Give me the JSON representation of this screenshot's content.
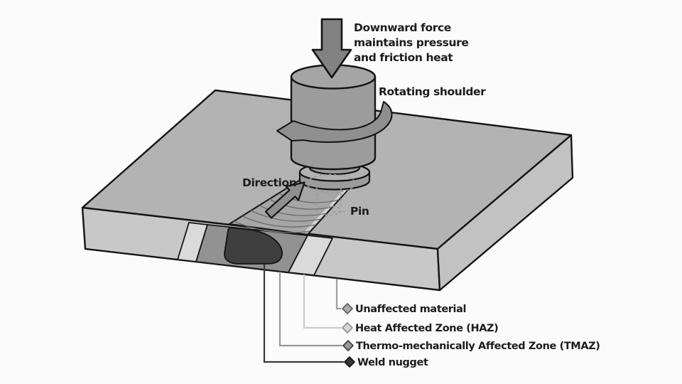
{
  "diagram": {
    "annotations": {
      "downward_force_lines": [
        "Downward force",
        "maintains pressure",
        "and friction heat"
      ],
      "rotating_shoulder": "Rotating shoulder",
      "direction": "Direction",
      "pin": "Pin"
    },
    "legend": {
      "items": [
        {
          "label": "Unaffected material",
          "swatch": "#acacac",
          "line_color": "#9e9e9e"
        },
        {
          "label": "Heat Affected Zone (HAZ)",
          "swatch": "#d7d7d7",
          "line_color": "#cccccc"
        },
        {
          "label": "Thermo-mechanically Affected Zone (TMAZ)",
          "swatch": "#999999",
          "line_color": "#999999"
        },
        {
          "label": "Weld nugget",
          "swatch": "#383838",
          "line_color": "#3a3a3a"
        }
      ]
    },
    "colors": {
      "background": "#fbfbfb",
      "plate_top": "#b3b3b3",
      "plate_front": "#c8c8c8",
      "plate_side": "#c2c2c2",
      "weld_track": "#a6a6a6",
      "haz": "#dadada",
      "tmaz": "#929292",
      "nugget": "#3f3f3f",
      "tool": "#9c9c9c",
      "tool_top": "#a5a5a5",
      "shoulder_rim": "#b2b2b2",
      "arrow": "#828282",
      "rotation_arrow": "#8f8f8f",
      "outline": "#141414",
      "text": "#1c1c1c"
    }
  }
}
